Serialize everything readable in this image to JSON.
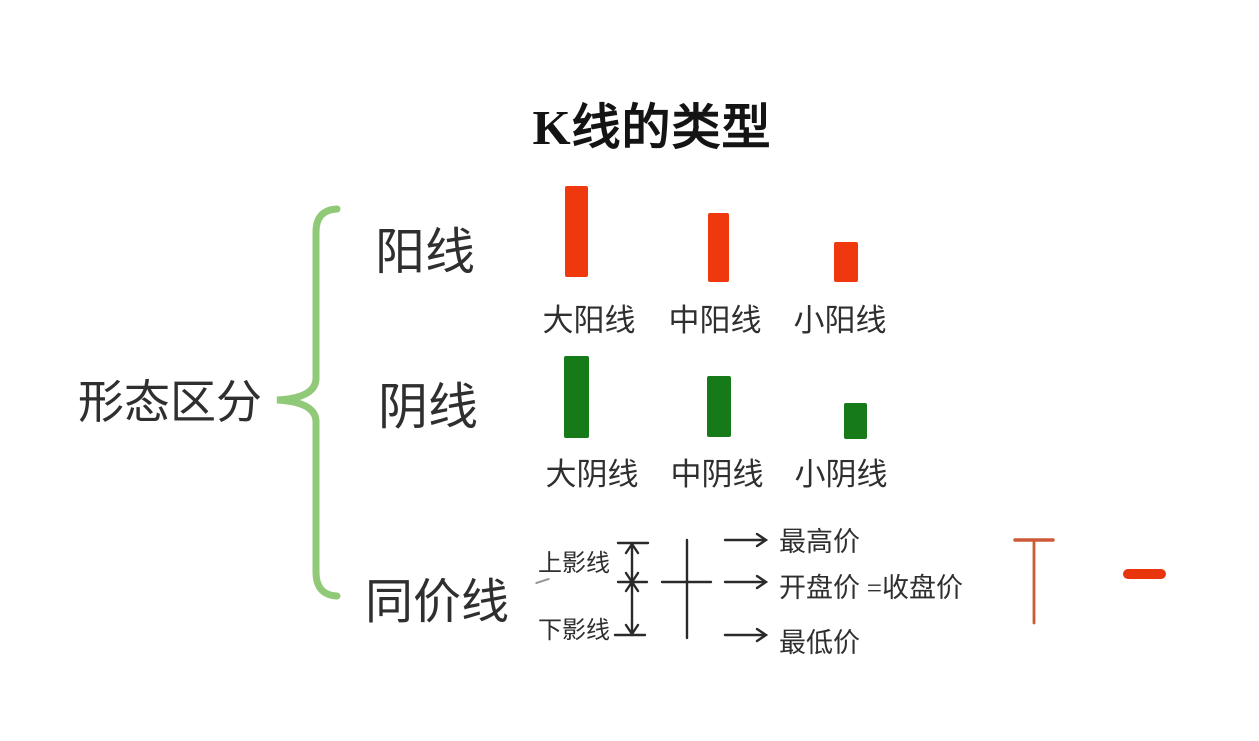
{
  "title": "K线的类型",
  "category_label": "形态区分",
  "colors": {
    "yang": "#f0380e",
    "yin": "#177a18",
    "brace": "#90c978",
    "ink": "#2f2f2f",
    "tline": "#cc5a38",
    "dash": "#e8350b"
  },
  "branches": {
    "yang": {
      "label": "阳线",
      "items": [
        "大阳线",
        "中阳线",
        "小阳线"
      ]
    },
    "yin": {
      "label": "阴线",
      "items": [
        "大阴线",
        "中阴线",
        "小阴线"
      ]
    },
    "equal_price": {
      "label": "同价线",
      "upper_shadow_label": "上影线",
      "lower_shadow_label": "下影线",
      "price_labels": [
        "最高价",
        "开盘价 =收盘价",
        "最低价"
      ]
    }
  }
}
